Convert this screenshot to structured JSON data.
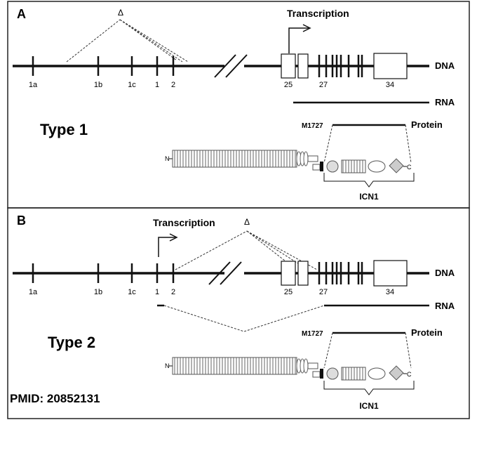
{
  "panel_a": {
    "letter": "A",
    "type_label": "Type 1",
    "transcription_label": "Transcription",
    "deletion_symbol": "Δ"
  },
  "panel_b": {
    "letter": "B",
    "type_label": "Type 2",
    "transcription_label": "Transcription",
    "deletion_symbol": "Δ"
  },
  "track_labels": {
    "dna": "DNA",
    "rna": "RNA",
    "protein": "Protein",
    "icn1": "ICN1",
    "methionine": "M1727",
    "n_term": "N",
    "c_term": "C"
  },
  "exon_labels": [
    "1a",
    "1b",
    "1c",
    "1",
    "2",
    "25",
    "27",
    "34"
  ],
  "pmid": "PMID: 20852131"
}
